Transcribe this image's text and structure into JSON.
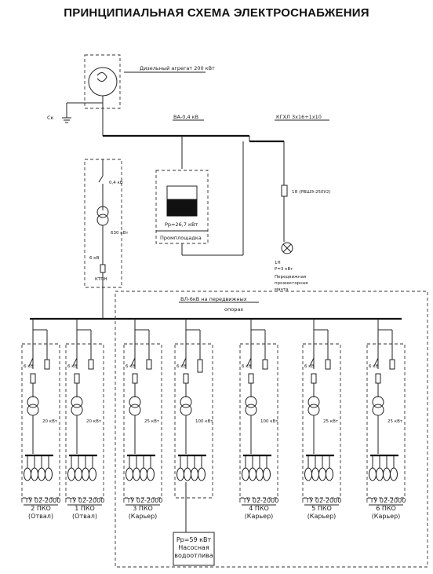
{
  "title": "ПРИНЦИПИАЛЬНАЯ СХЕМА ЭЛЕКТРОСНАБЖЕНИЯ",
  "generator": {
    "label": "Дизельный агрегат 200 кВт",
    "ground": "Ск"
  },
  "lines": {
    "va": "ВА-0,4 кВ",
    "cable": "КГХЛ 3х16+1х10",
    "overhead": "ВЛ-6кВ на передвижных",
    "overhead2": "опорах"
  },
  "ktpn": {
    "sw": "0,4 кВ",
    "transformer": "630 кВт",
    "fuse": "6 кВ",
    "name": "КТПН"
  },
  "site": {
    "power": "Рр=26,7 кВт",
    "name": "Промплощадка"
  },
  "lamp": {
    "tag": "1Я (РВШЭ-250У2)",
    "lines": [
      "1Н",
      "Р=3 кВт",
      "Передвижная",
      "прожекторная",
      "мачта"
    ]
  },
  "feeders": [
    {
      "kv": "6 кВ",
      "kw": "20 кВт",
      "name": [
        "ГТУ 02-2000",
        "2 ПКО",
        "(Отвал)"
      ]
    },
    {
      "kv": "6 кВ",
      "kw": "20 кВт",
      "name": [
        "ГТУ 02-2000",
        "1 ПКО",
        "(Отвал)"
      ]
    },
    {
      "kv": "6 кВ",
      "kw": "25 кВт",
      "name": [
        "ГТУ 02-2000",
        "3 ПКО",
        "(Карьер)"
      ]
    },
    {
      "kv": "6 кВ",
      "kw": "100 кВт",
      "name": [
        "Рр=59 кВт",
        "Насосная",
        "водоотлива"
      ]
    },
    {
      "kv": "6 кВ",
      "kw": "100 кВт",
      "name": [
        "ГТУ 02-2000",
        "4 ПКО",
        "(Карьер)"
      ]
    },
    {
      "kv": "6 кВ",
      "kw": "25 кВт",
      "name": [
        "ГТУ 02-2000",
        "5 ПКО",
        "(Карьер)"
      ]
    },
    {
      "kv": "6 кВ",
      "kw": "25 кВт",
      "name": [
        "ГТУ 02-2000",
        "6 ПКО",
        "(Карьер)"
      ]
    }
  ]
}
